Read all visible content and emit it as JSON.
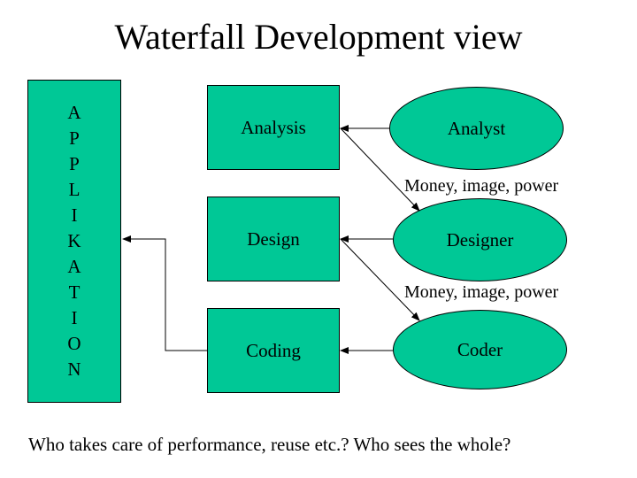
{
  "title": "Waterfall Development view",
  "application_letters": [
    "A",
    "P",
    "P",
    "L",
    "I",
    "K",
    "A",
    "T",
    "I",
    "O",
    "N"
  ],
  "phases": {
    "analysis": "Analysis",
    "design": "Design",
    "coding": "Coding"
  },
  "roles": {
    "analyst": "Analyst",
    "designer": "Designer",
    "coder": "Coder"
  },
  "edge_labels": {
    "analyst_to_designer": "Money, image, power",
    "designer_to_coder": "Money, image, power"
  },
  "footer": "Who takes care of performance, reuse etc.? Who sees the whole?",
  "colors": {
    "box_fill": "#00c896",
    "stroke": "#000000",
    "background": "#ffffff"
  }
}
